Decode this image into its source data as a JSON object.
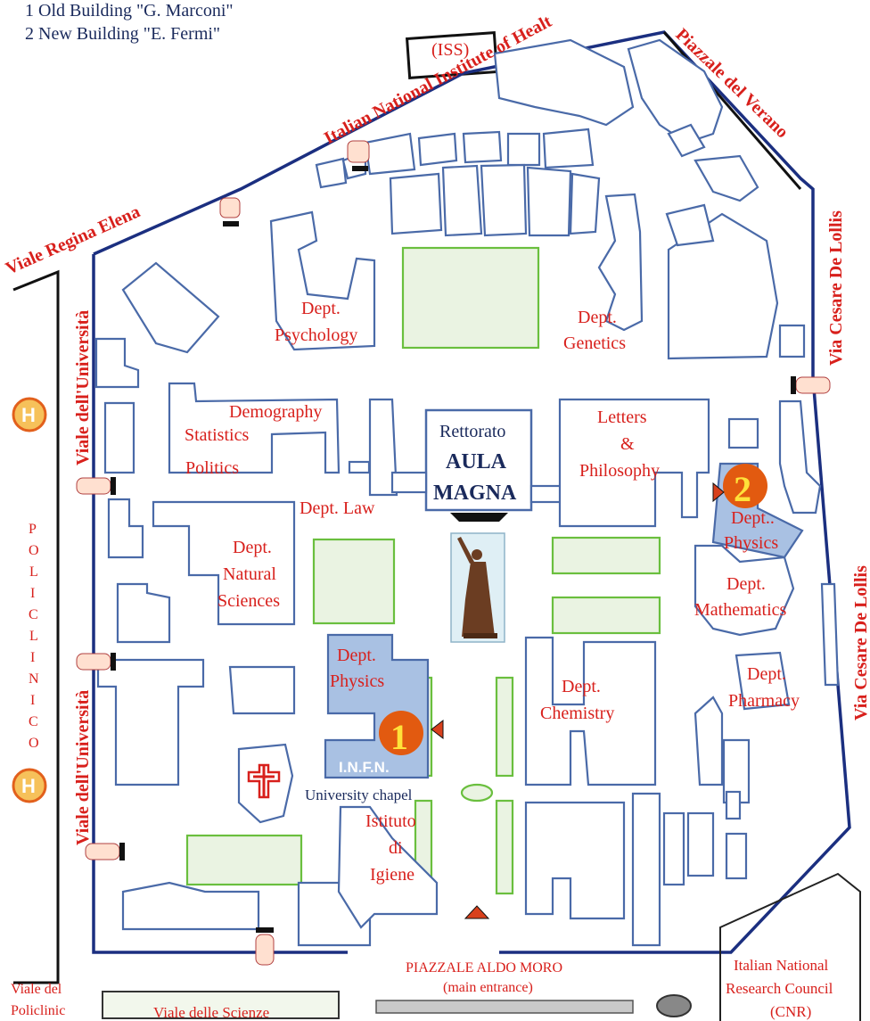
{
  "legend": {
    "item1": "1  Old Building \"G. Marconi\"",
    "item2": "2  New Building \"E. Fermi\""
  },
  "streets": {
    "viale_regina_elena": "Viale Regina Elena",
    "viale_universita_top": "Viale dell'Università",
    "viale_universita_bottom": "Viale dell'Università",
    "piazzale_verano": "Piazzale del Verano",
    "via_de_lollis_top": "Via Cesare De Lollis",
    "via_de_lollis_bottom": "Via Cesare De Lollis",
    "iss_institute": "Italian National Institute of Healt",
    "policlinico": [
      "P",
      "O",
      "L",
      "I",
      "C",
      "L",
      "I",
      "N",
      "I",
      "C",
      "O"
    ]
  },
  "buildings": {
    "iss": "(ISS)",
    "psychology_1": "Dept.",
    "psychology_2": "Psychology",
    "genetics_1": "Dept.",
    "genetics_2": "Genetics",
    "demography": "Demography",
    "statistics": "Statistics",
    "politics": "Politics",
    "rettorato": "Rettorato",
    "aula_1": "AULA",
    "aula_2": "MAGNA",
    "letters_1": "Letters",
    "letters_2": "&",
    "letters_3": "Philosophy",
    "law": "Dept. Law",
    "natural_1": "Dept.",
    "natural_2": "Natural",
    "natural_3": "Sciences",
    "physics_new_1": "Dept..",
    "physics_new_2": "Physics",
    "math_1": "Dept.",
    "math_2": "Mathematics",
    "physics_old_1": "Dept.",
    "physics_old_2": "Physics",
    "infn": "I.N.F.N.",
    "chemistry_1": "Dept.",
    "chemistry_2": "Chemistry",
    "pharmacy_1": "Dept.",
    "pharmacy_2": "Pharmacy",
    "chapel": "University chapel",
    "igiene_1": "Istituto",
    "igiene_2": "di",
    "igiene_3": "Igiene"
  },
  "markers": {
    "marker1": "1",
    "marker2": "2",
    "hospital": "H"
  },
  "bottom": {
    "piazzale_moro": "PIAZZALE ALDO MORO",
    "main_entrance": "(main entrance)",
    "viale_scienze": "Viale delle Scienze",
    "viale_policlinic_1": "Viale del",
    "viale_policlinic_2": "Policlinic",
    "cnr_1": "Italian National",
    "cnr_2": "Research Council",
    "cnr_3": "(CNR)"
  },
  "colors": {
    "label_red": "#d8201c",
    "building_outline": "#4a6aa8",
    "highlight_blue": "#a9c1e3",
    "lawn_green": "#6abf3e",
    "marker_orange": "#e25a10",
    "marker_yellow": "#ffe23a"
  }
}
